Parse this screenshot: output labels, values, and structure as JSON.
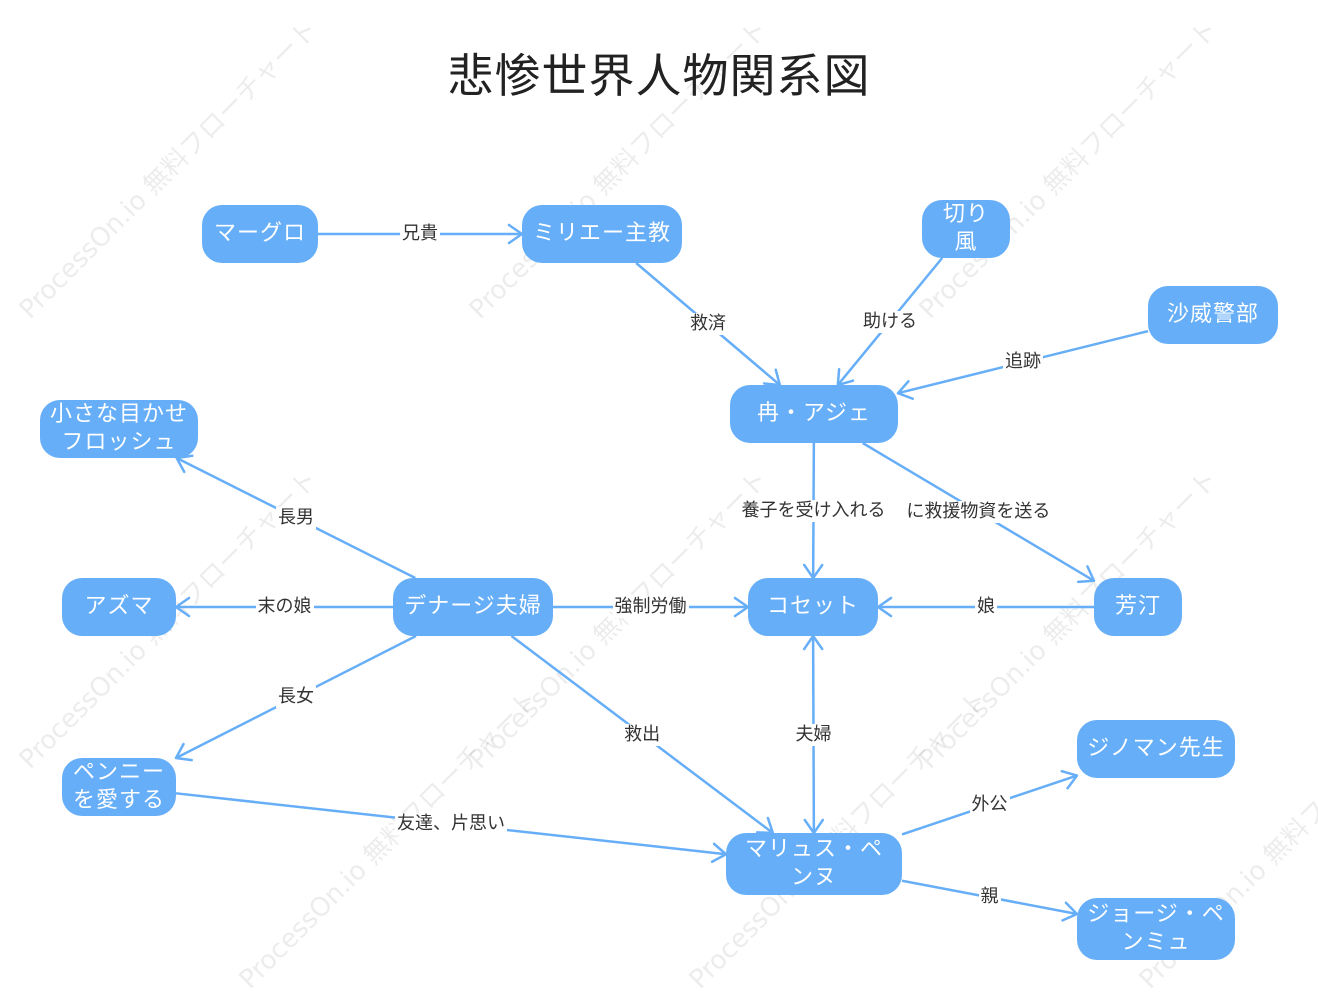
{
  "title": "悲惨世界人物関系図",
  "watermark": "ProcessOn.io 無料フローチャート",
  "colors": {
    "node": "#66aef7",
    "edge": "#66aef7",
    "title": "#222222"
  },
  "nodes": [
    {
      "id": "marguerite",
      "label": "マーグロ"
    },
    {
      "id": "myriel",
      "label": "ミリエー主教"
    },
    {
      "id": "kirikaze",
      "label": "切り風"
    },
    {
      "id": "javert",
      "label": "沙威警部"
    },
    {
      "id": "valjean",
      "label": "冉・アジェ"
    },
    {
      "id": "gavroche",
      "label": "小さな目かせフロッシュ"
    },
    {
      "id": "azelma",
      "label": "アズマ"
    },
    {
      "id": "thenardier",
      "label": "デナージ夫婦"
    },
    {
      "id": "cosette",
      "label": "コセット"
    },
    {
      "id": "fantine",
      "label": "芳汀"
    },
    {
      "id": "eponine",
      "label": "ペンニーを愛する"
    },
    {
      "id": "marius",
      "label": "マリュス・ペンヌ"
    },
    {
      "id": "gillenormand",
      "label": "ジノマン先生"
    },
    {
      "id": "georges",
      "label": "ジョージ・ペンミュ"
    }
  ],
  "edges": [
    {
      "from": "marguerite",
      "to": "myriel",
      "label": "兄貴"
    },
    {
      "from": "myriel",
      "to": "valjean",
      "label": "救済"
    },
    {
      "from": "kirikaze",
      "to": "valjean",
      "label": "助ける"
    },
    {
      "from": "javert",
      "to": "valjean",
      "label": "追跡"
    },
    {
      "from": "valjean",
      "to": "cosette",
      "label": "養子を受け入れる"
    },
    {
      "from": "valjean",
      "to": "fantine",
      "label": "に救援物資を送る"
    },
    {
      "from": "fantine",
      "to": "cosette",
      "label": "娘"
    },
    {
      "from": "thenardier",
      "to": "cosette",
      "label": "強制労働"
    },
    {
      "from": "thenardier",
      "to": "gavroche",
      "label": "長男"
    },
    {
      "from": "thenardier",
      "to": "azelma",
      "label": "末の娘"
    },
    {
      "from": "thenardier",
      "to": "eponine",
      "label": "長女"
    },
    {
      "from": "thenardier",
      "to": "marius",
      "label": "救出"
    },
    {
      "from": "eponine",
      "to": "marius",
      "label": "友達、片思い"
    },
    {
      "from": "cosette",
      "to": "marius",
      "label": "夫婦"
    },
    {
      "from": "marius",
      "to": "gillenormand",
      "label": "外公"
    },
    {
      "from": "marius",
      "to": "georges",
      "label": "親"
    }
  ]
}
